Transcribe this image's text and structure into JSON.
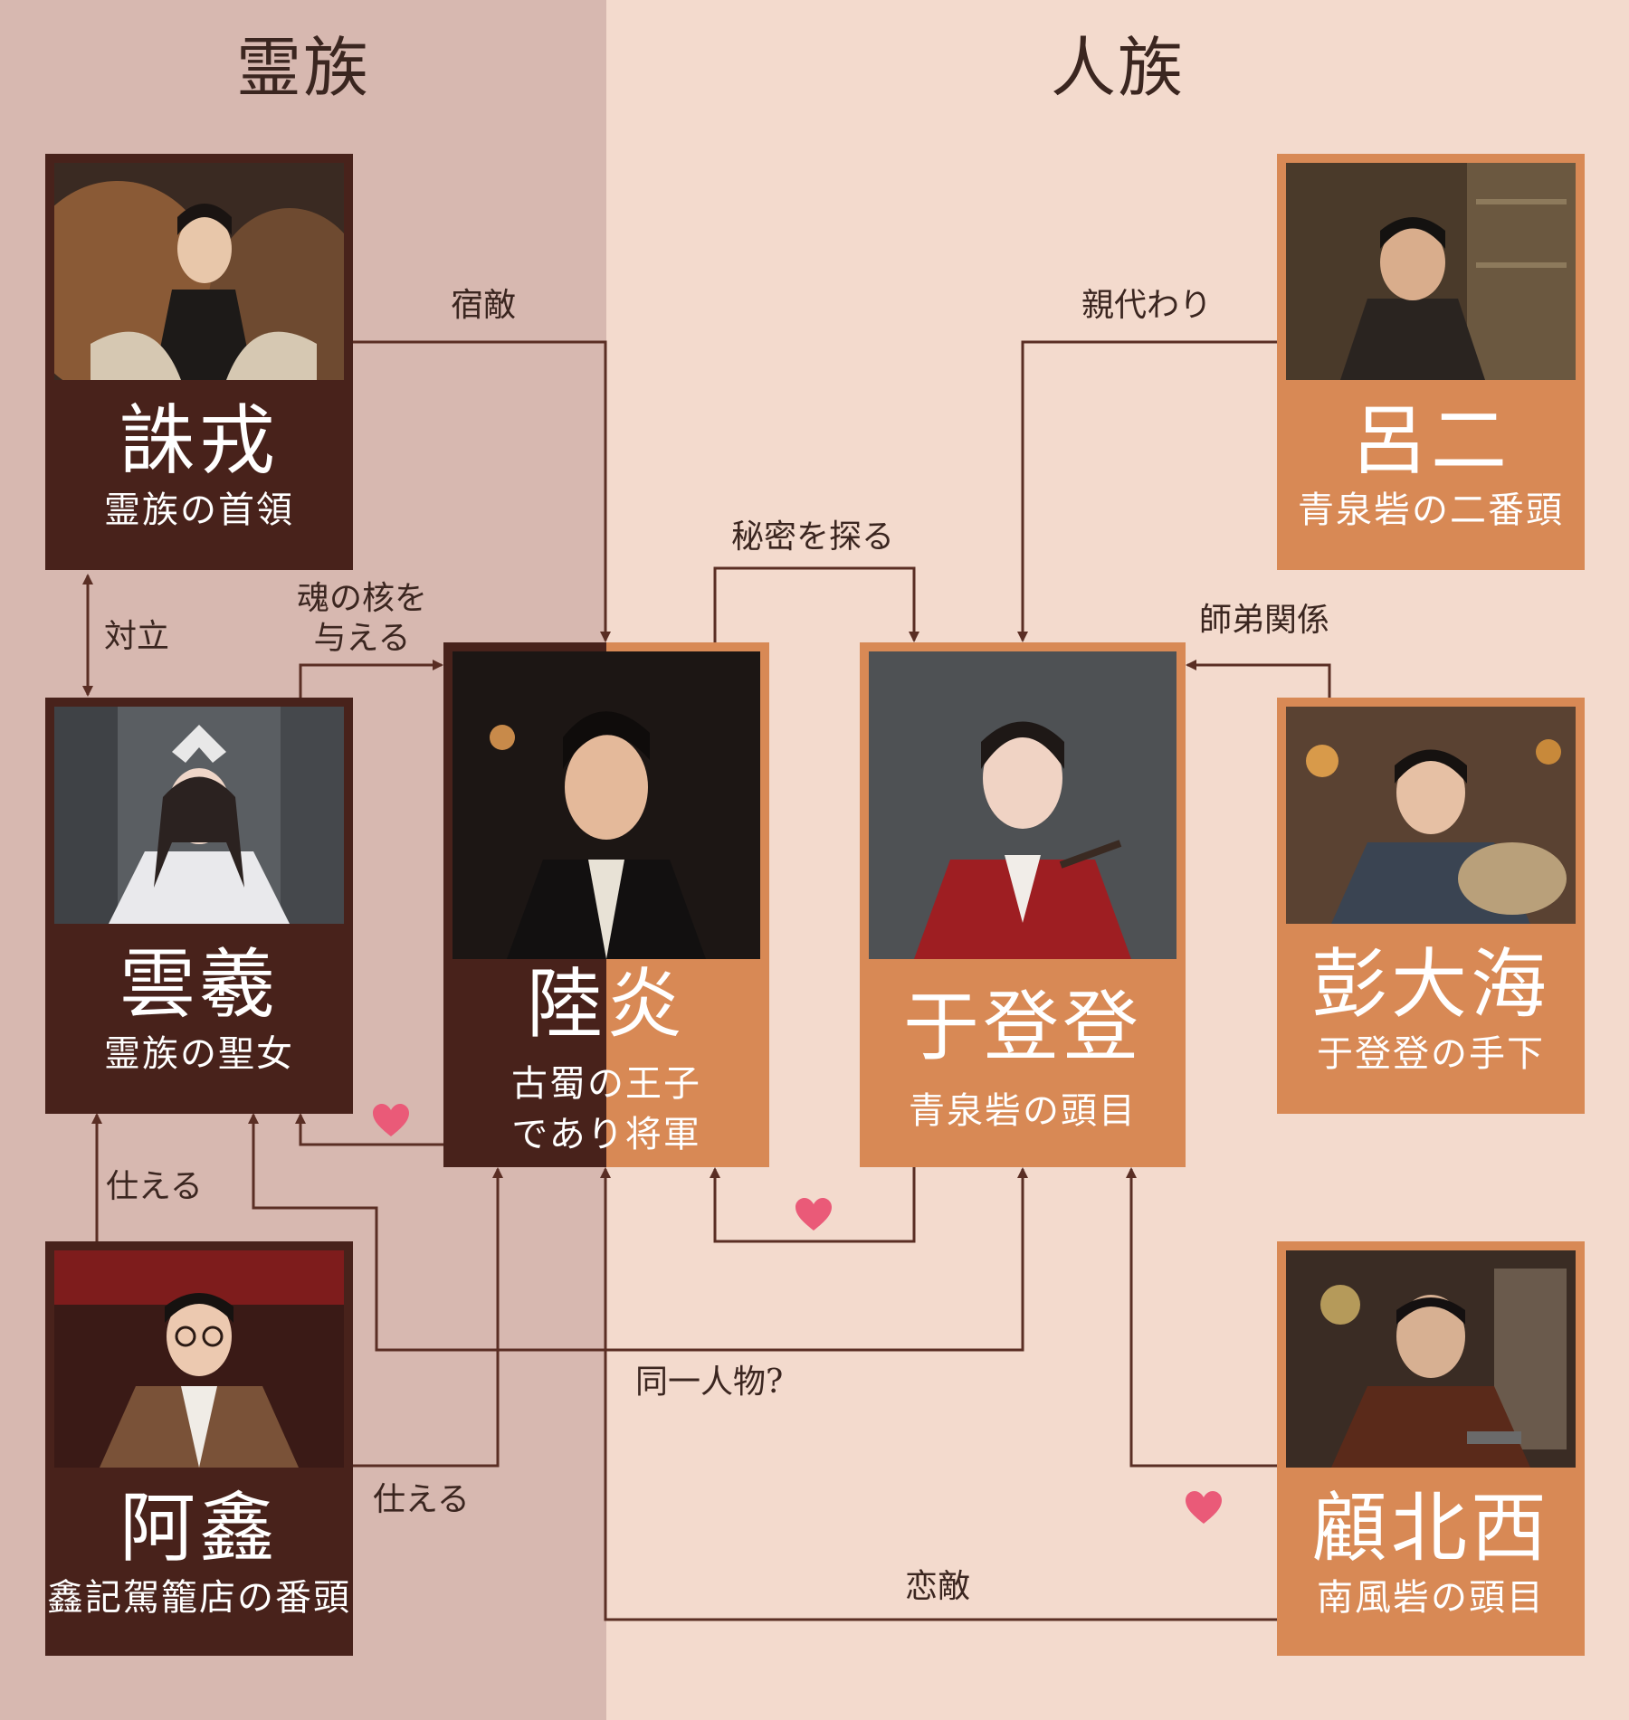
{
  "groups": {
    "spirit": "霊族",
    "human": "人族"
  },
  "characters": {
    "zhuye": {
      "name": "誅戎",
      "role": "霊族の首領"
    },
    "lvli": {
      "name": "呂二",
      "role": "青泉砦の二番頭"
    },
    "yunyi": {
      "name": "雲羲",
      "role": "霊族の聖女"
    },
    "luyan": {
      "name": "陸炎",
      "role_line1": "古蜀の王子",
      "role_line2": "であり将軍"
    },
    "yudengdeng": {
      "name": "于登登",
      "role": "青泉砦の頭目"
    },
    "pengdahai": {
      "name": "彭大海",
      "role": "于登登の手下"
    },
    "axin": {
      "name": "阿鑫",
      "role": "鑫記駕籠店の番頭"
    },
    "gubeixi": {
      "name": "顧北西",
      "role": "南風砦の頭目"
    }
  },
  "relations": {
    "shukuteki": "宿敵",
    "oyagawari": "親代わり",
    "himitsu": "秘密を探る",
    "tairitsu": "対立",
    "tama_line1": "魂の核を",
    "tama_line2": "与える",
    "shitei": "師弟関係",
    "tsukaeru1": "仕える",
    "douitsu": "同一人物?",
    "tsukaeru2": "仕える",
    "renteki": "恋敵"
  },
  "colors": {
    "dark_card": "#48221b",
    "orange_card": "#d88955",
    "left_bg": "#d7b8b0",
    "right_bg": "#f3dacd",
    "line": "#5a2e24",
    "heart": "#ea5a78"
  }
}
